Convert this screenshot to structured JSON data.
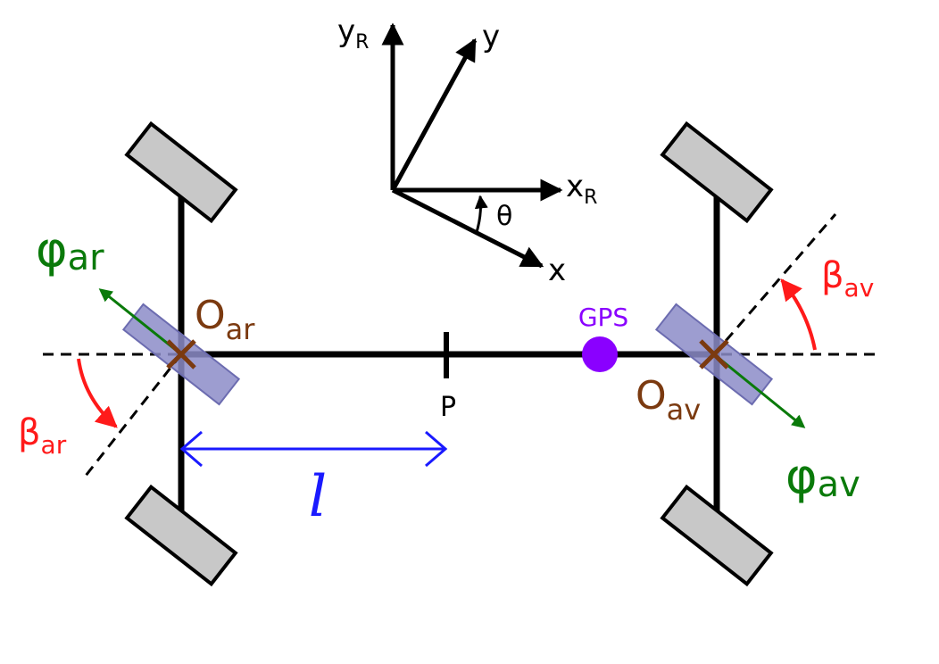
{
  "colors": {
    "black": "#000000",
    "wheel_fill": "#c8c8c8",
    "steer_fill": "#8c8cc8",
    "center_brown": "#7b3a10",
    "angle_red": "#ff1a1a",
    "phi_green": "#0a7a0a",
    "length_blue": "#1a1aff",
    "gps_purple": "#8a00ff"
  },
  "frame": {
    "y_r": {
      "base": "y",
      "sub": "R"
    },
    "y": "y",
    "x_r": {
      "base": "x",
      "sub": "R"
    },
    "x": "x",
    "theta": "θ"
  },
  "rear": {
    "phi": {
      "base": "φ",
      "sub": "ar"
    },
    "center": {
      "base": "O",
      "sub": "ar"
    },
    "beta": {
      "base": "β",
      "sub": "ar"
    }
  },
  "front": {
    "phi": {
      "base": "φ",
      "sub": "av"
    },
    "center": {
      "base": "O",
      "sub": "av"
    },
    "beta": {
      "base": "β",
      "sub": "av"
    }
  },
  "point_p": "P",
  "gps": "GPS",
  "length": "l"
}
